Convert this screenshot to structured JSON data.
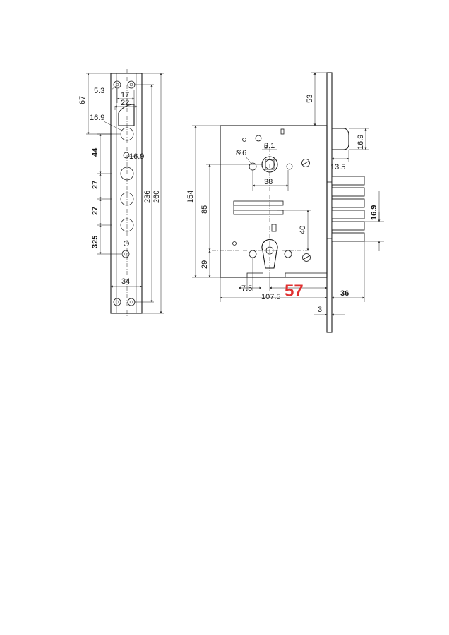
{
  "drawing": {
    "highlight_color": "#e03030",
    "line_color": "#1a1a1a",
    "left_view": {
      "dims": {
        "d_5_3": "5.3",
        "d_17": "17",
        "d_22": "22",
        "d_67": "67",
        "d_16_9_a": "16.9",
        "d_16_9_b": "16.9",
        "d_44": "44",
        "d_27_a": "27",
        "d_27_b": "27",
        "d_325": "325",
        "d_236": "236",
        "d_260": "260",
        "d_34": "34"
      }
    },
    "right_view": {
      "dims": {
        "d_53": "53",
        "d_16_9_top": "16.9",
        "d_8_1": "8.1",
        "d_8_6": "8.6",
        "d_13_5": "13.5",
        "d_38": "38",
        "d_154": "154",
        "d_85": "85",
        "d_40": "40",
        "d_16_9_side": "16.9",
        "d_29": "29",
        "d_7_5": "7.5",
        "d_107_5": "107.5",
        "d_57": "57",
        "d_36": "36",
        "d_3": "3"
      }
    }
  }
}
